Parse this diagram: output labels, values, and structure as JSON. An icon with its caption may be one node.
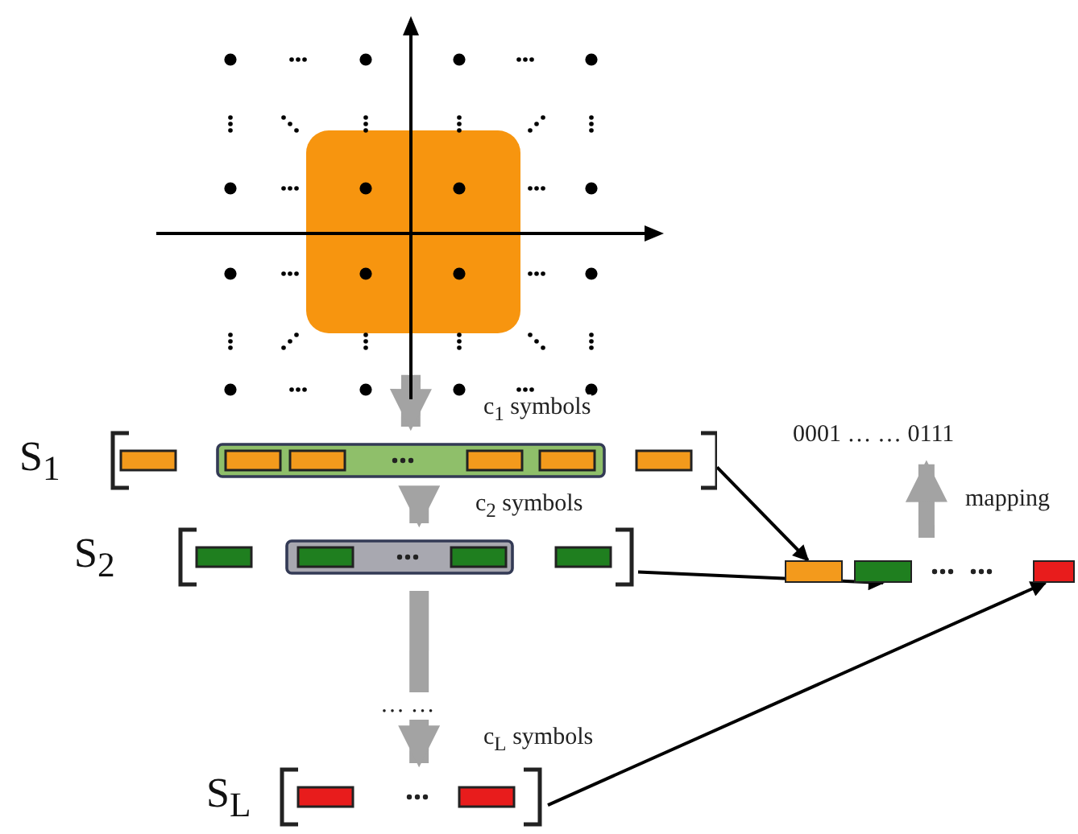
{
  "diagram": {
    "nodes": [
      {
        "text": [],
        "shape": "picture"
      },
      {
        "text": [
          "S$_{1}$"
        ]
      },
      {
        "text": [
          "S$_{2}$"
        ]
      },
      {
        "text": [
          "S$_{L}$"
        ]
      },
      {
        "text": [],
        "shape": "box"
      },
      {
        "text": [],
        "shape": "box"
      },
      {
        "text": [],
        "shape": "box"
      },
      {
        "text": [
          "0001 … … 0111"
        ]
      }
    ],
    "edges": [
      {
        "from": 0,
        "to": 1,
        "arrow": "to",
        "label": "c$_{1}$ symbols"
      },
      {
        "from": 1,
        "to": 2,
        "arrow": "to",
        "label": "c$_{2}$ symbols"
      },
      {
        "from": 2,
        "to": 3,
        "arrow": "to",
        "label": "c$_{L}$ symbols"
      },
      {
        "from": 1,
        "to": 4,
        "arrow": "to",
        "color": "#000000"
      },
      {
        "from": 2,
        "to": 5,
        "arrow": "to",
        "color": "#000000"
      },
      {
        "from": 3,
        "to": 6,
        "arrow": "to",
        "color": "#000000"
      },
      {
        "from": null,
        "to": 7,
        "arrow": "to",
        "label": "mapping"
      }
    ],
    "labels": [
      "… …"
    ]
  }
}
